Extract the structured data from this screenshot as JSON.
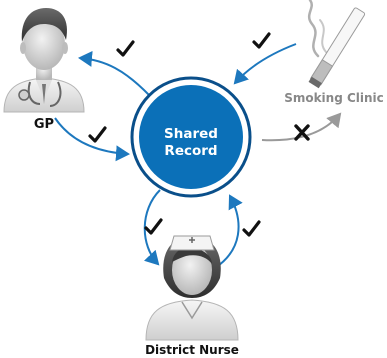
{
  "center": {
    "line1": "Shared",
    "line2": "Record"
  },
  "nodes": {
    "gp": {
      "label": "GP"
    },
    "smoking": {
      "label": "Smoking Clinic"
    },
    "nurse": {
      "label": "District Nurse"
    }
  },
  "connections": [
    {
      "from": "Shared Record",
      "to": "GP",
      "access": "allowed"
    },
    {
      "from": "GP",
      "to": "Shared Record",
      "access": "allowed"
    },
    {
      "from": "Smoking Clinic",
      "to": "Shared Record",
      "access": "allowed"
    },
    {
      "from": "Shared Record",
      "to": "Smoking Clinic",
      "access": "blocked"
    },
    {
      "from": "Shared Record",
      "to": "District Nurse",
      "access": "allowed"
    },
    {
      "from": "District Nurse",
      "to": "Shared Record",
      "access": "allowed"
    }
  ],
  "colors": {
    "accent": "#1d78be",
    "circle_fill": "#0b70b8",
    "circle_ring": "#0a4f8a",
    "blocked": "#9a9a9a",
    "mark": "#111111"
  },
  "icons": {
    "allowed": "check-icon",
    "blocked": "cross-icon"
  }
}
